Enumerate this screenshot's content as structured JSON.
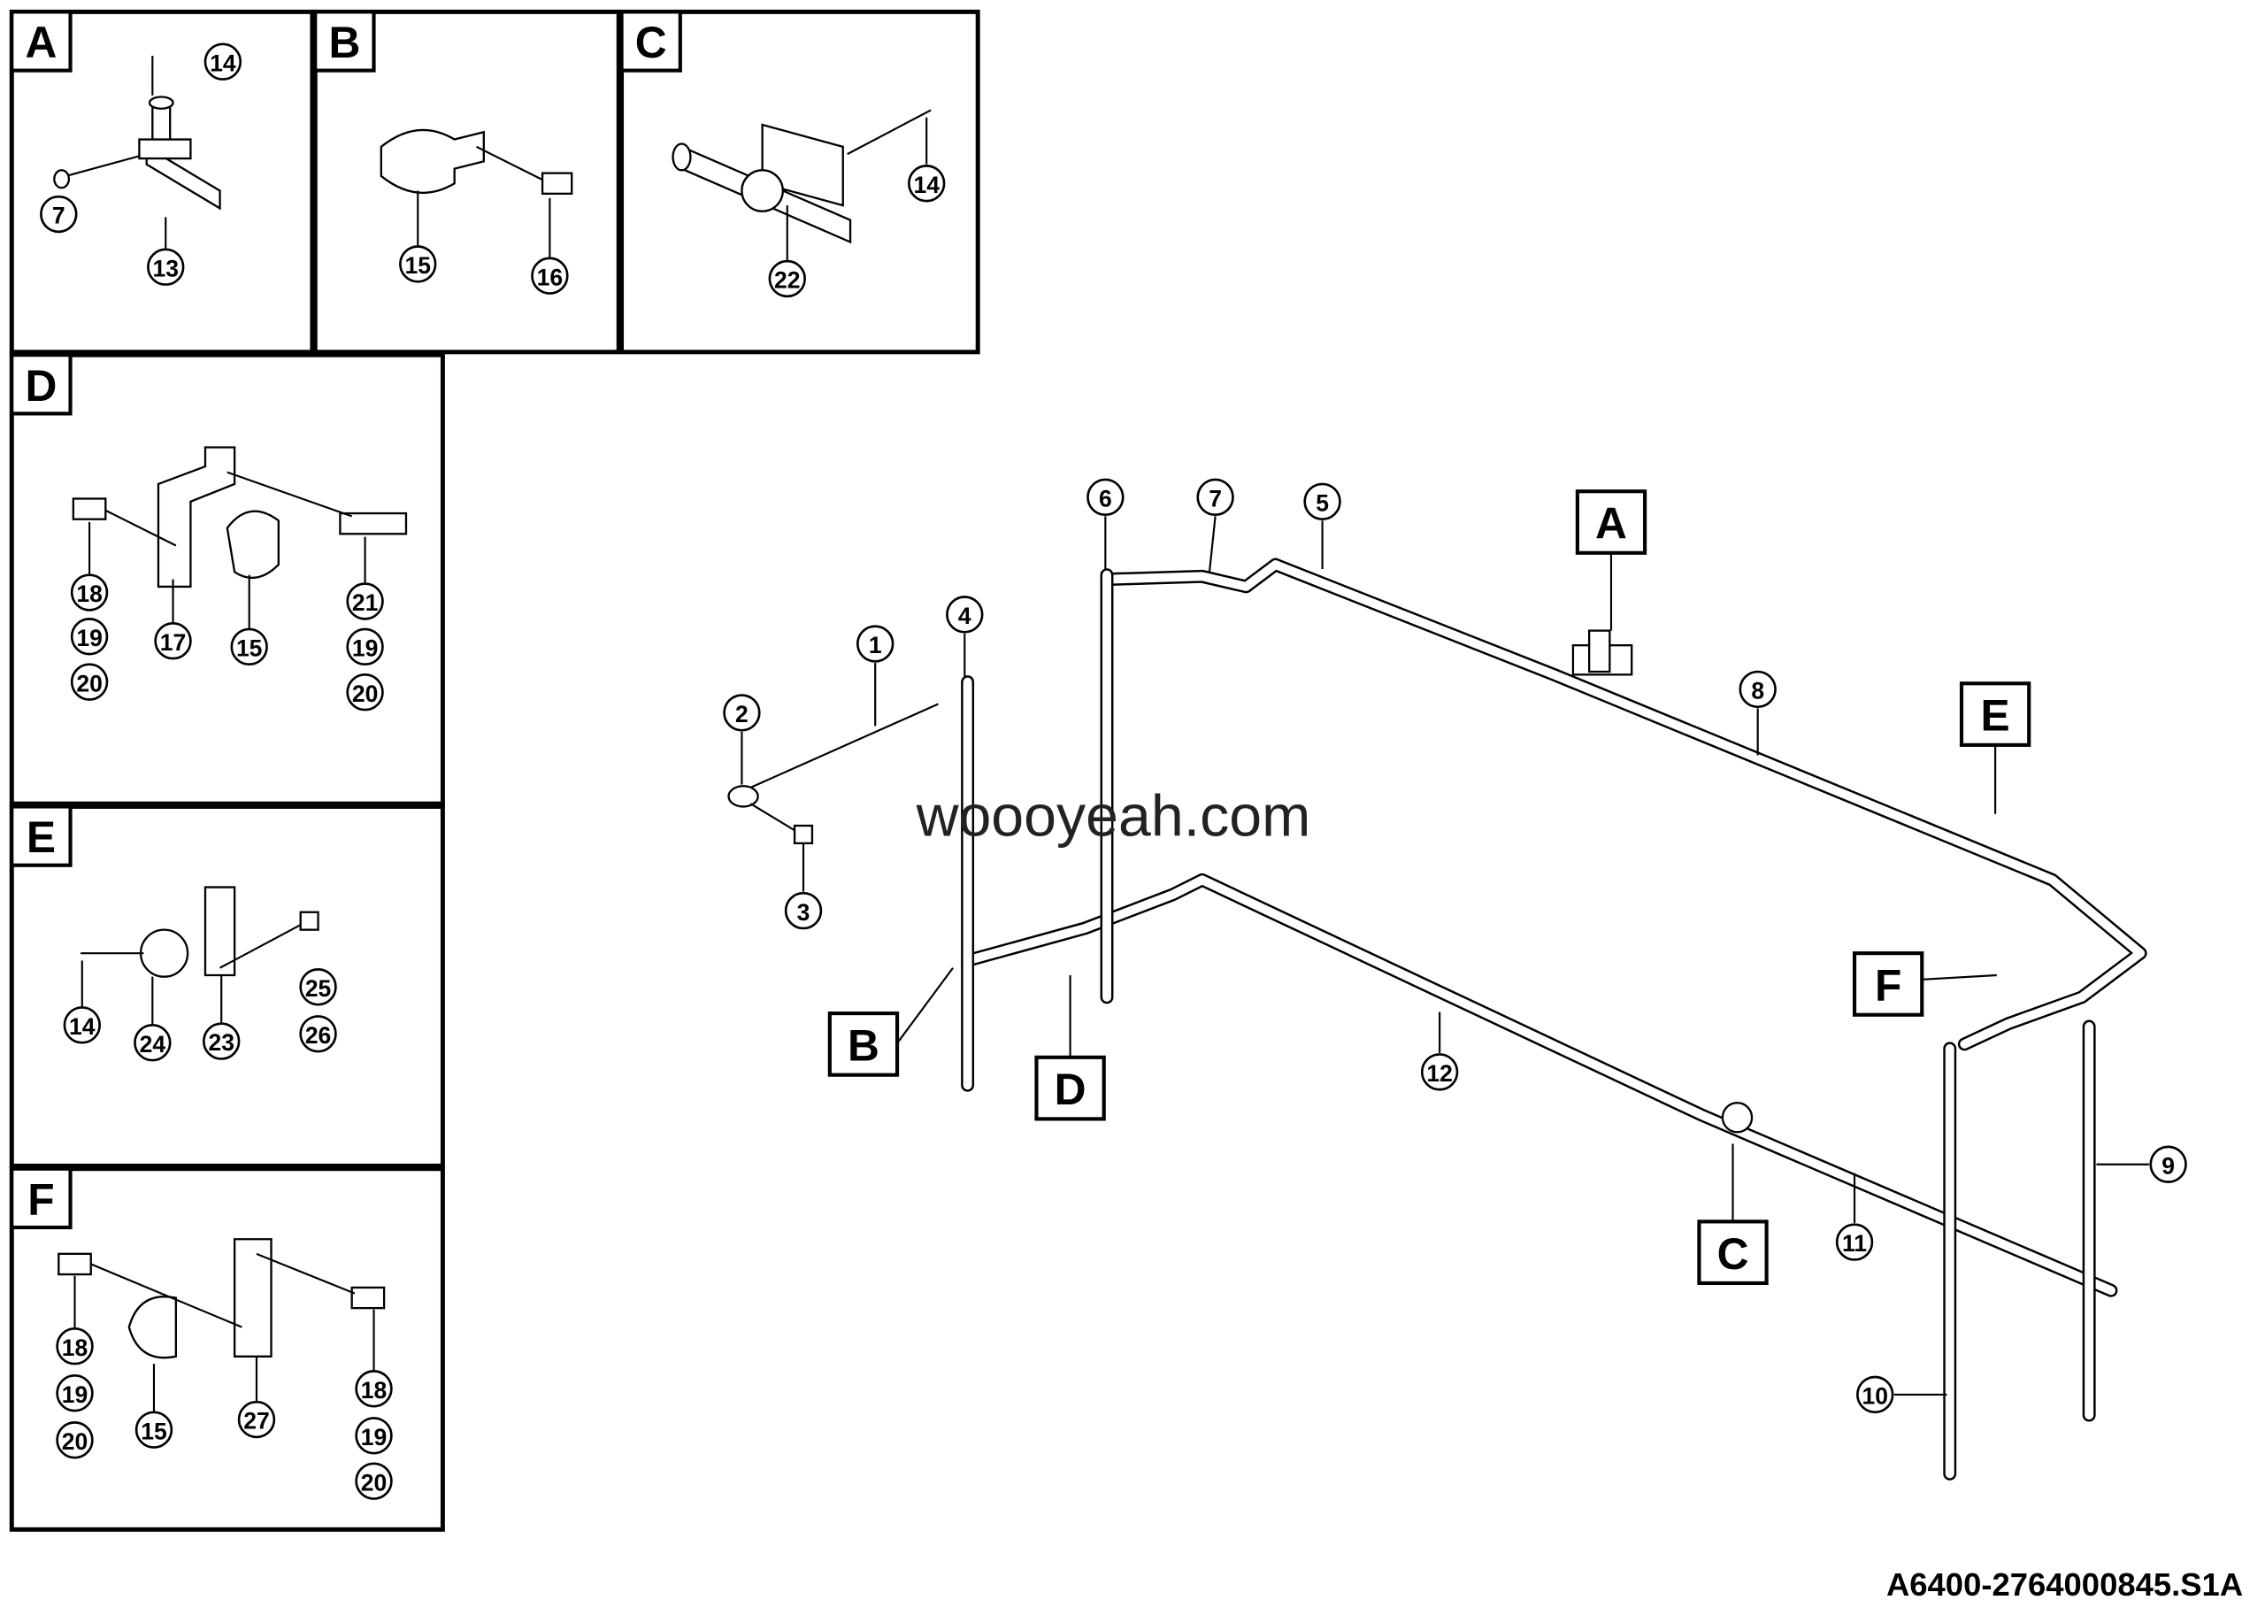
{
  "detail_views": [
    {
      "letter": "A",
      "callouts": [
        "14",
        "7",
        "13"
      ]
    },
    {
      "letter": "B",
      "callouts": [
        "15",
        "16"
      ]
    },
    {
      "letter": "C",
      "callouts": [
        "14",
        "22"
      ]
    },
    {
      "letter": "D",
      "callouts": [
        "18",
        "19",
        "20",
        "17",
        "15",
        "21",
        "19",
        "20"
      ]
    },
    {
      "letter": "E",
      "callouts": [
        "14",
        "24",
        "23",
        "25",
        "26"
      ]
    },
    {
      "letter": "F",
      "callouts": [
        "18",
        "19",
        "20",
        "15",
        "27",
        "18",
        "19",
        "20"
      ]
    }
  ],
  "main_callouts": [
    "6",
    "7",
    "5",
    "4",
    "1",
    "2",
    "3",
    "8",
    "12",
    "11",
    "9",
    "10"
  ],
  "view_markers": [
    "A",
    "E",
    "F",
    "B",
    "D",
    "C"
  ],
  "watermark": "woooyeah.com",
  "drawing_number": "A6400-2764000845.S1A"
}
